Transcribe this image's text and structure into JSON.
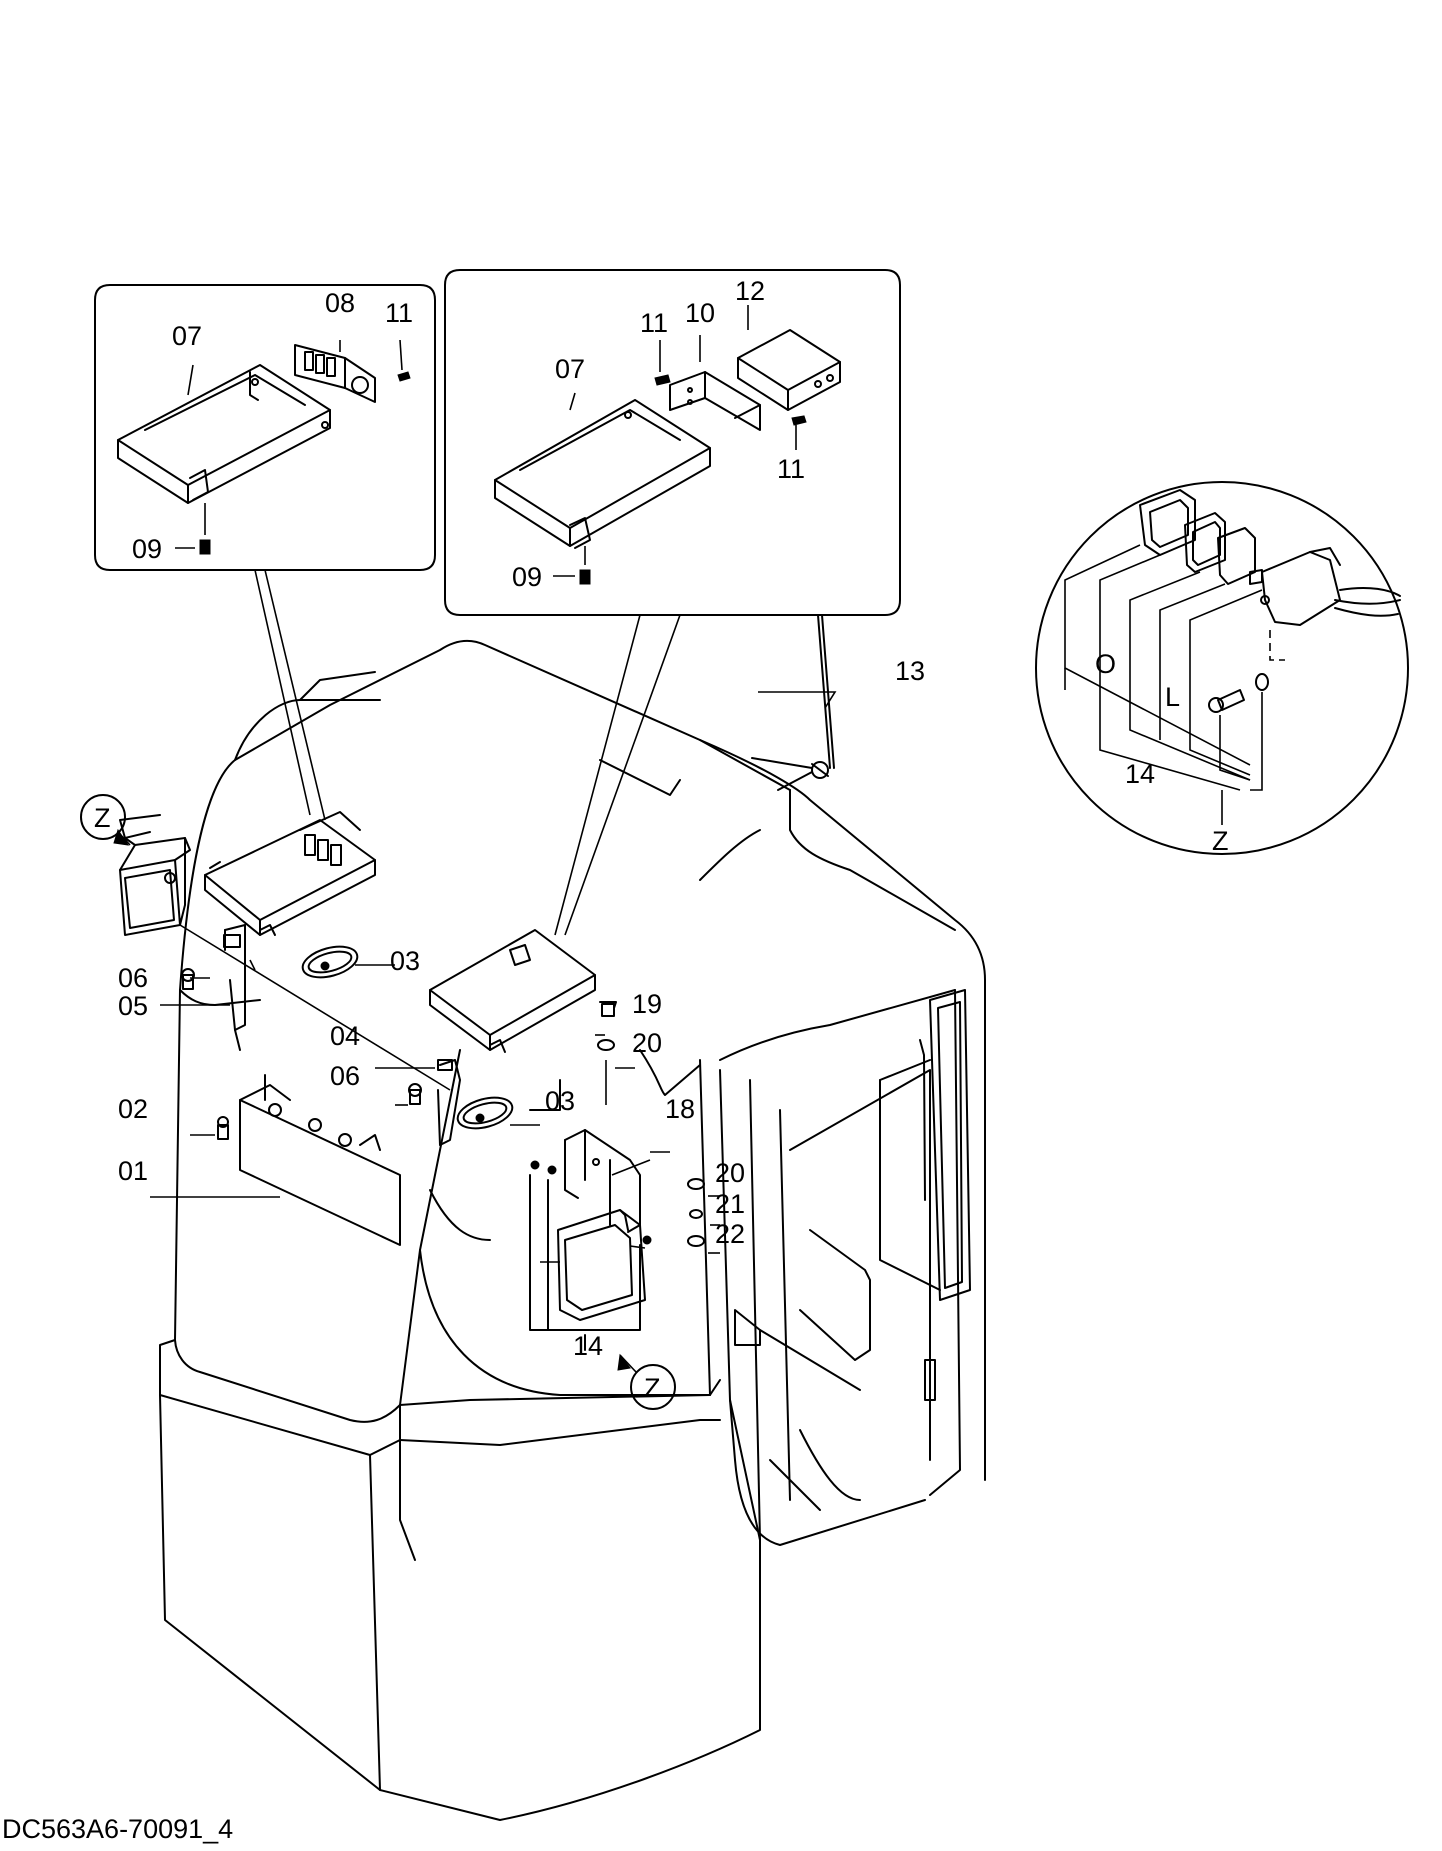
{
  "drawing_id": "DC563A6-70091_4",
  "detail_z": {
    "view_markers": [
      "Z",
      "Z"
    ],
    "circle_labels": [
      "O",
      "L",
      "14",
      "Z"
    ]
  },
  "inset_left": {
    "labels": [
      "07",
      "08",
      "11",
      "09"
    ]
  },
  "inset_right": {
    "labels": [
      "12",
      "11",
      "10",
      "07",
      "11",
      "09"
    ]
  },
  "callouts": [
    "13",
    "06",
    "05",
    "03",
    "19",
    "20",
    "04",
    "06",
    "03",
    "18",
    "02",
    "20",
    "01",
    "21",
    "22",
    "14"
  ]
}
